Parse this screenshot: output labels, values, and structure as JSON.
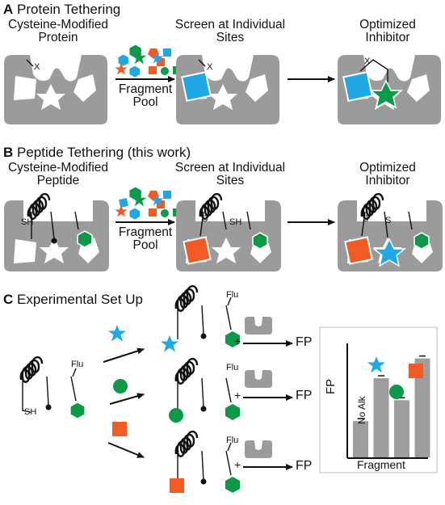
{
  "panel_a": {
    "letter": "A",
    "title": "Protein Tethering",
    "start_label": "Cysteine-Modified Protein",
    "screen_label": "Screen at Individual Sites",
    "result_label": "Optimized Inhibitor",
    "pool_label": "Fragment Pool",
    "x_symbol": "X"
  },
  "panel_b": {
    "letter": "B",
    "title": "Peptide Tethering (this work)",
    "start_label": "Cysteine-Modified Peptide",
    "screen_label": "Screen at Individual Sites",
    "result_label": "Optimized Inhibitor",
    "pool_label": "Fragment Pool",
    "sh_label": "SH",
    "s_label": "S"
  },
  "panel_c": {
    "letter": "C",
    "title": "Experimental Set Up",
    "flu_label": "Flu",
    "sh_label": "SH",
    "fp_label": "FP",
    "plus": "+"
  },
  "bar_chart": {
    "ylabel": "FP",
    "xlabel": "Fragment",
    "no_alk_label": "No Alk",
    "categories": [
      "No Alk",
      "Star",
      "Circle",
      "Square"
    ],
    "values": [
      0.33,
      0.72,
      0.52,
      0.9
    ]
  },
  "colors": {
    "blue": "#1ea8e6",
    "green": "#0c9a48",
    "orange": "#f15a22",
    "gray": "#9d9d9d",
    "dark_gray": "#6e6e6e"
  }
}
